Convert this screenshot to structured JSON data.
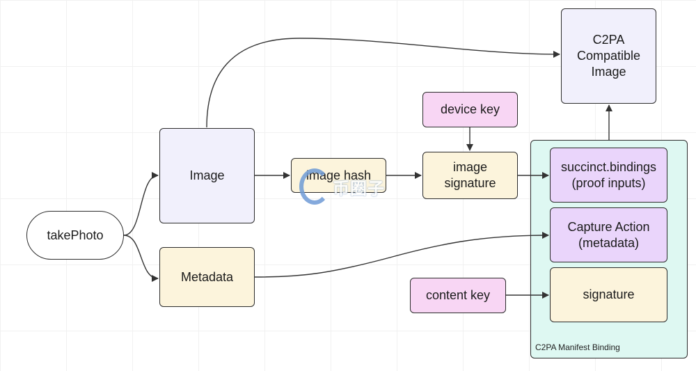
{
  "nodes": {
    "take_photo": "takePhoto",
    "image": "Image",
    "metadata": "Metadata",
    "image_hash": "image hash",
    "image_signature": "image\nsignature",
    "device_key": "device key",
    "c2pa_image": "C2PA\nCompatible\nImage",
    "succinct_bindings": "succinct.bindings\n(proof inputs)",
    "capture_action": "Capture Action\n(metadata)",
    "signature": "signature",
    "content_key": "content key"
  },
  "group_label": "C2PA Manifest Binding",
  "watermark": {
    "text": "币圈子",
    "icon": "swirl-logo-icon"
  },
  "colors": {
    "lavender": "#f1f0fc",
    "cream": "#fcf4dc",
    "pink": "#f8d6f4",
    "purple": "#ead5fb",
    "teal_group": "#def8f2",
    "line": "#333333"
  }
}
